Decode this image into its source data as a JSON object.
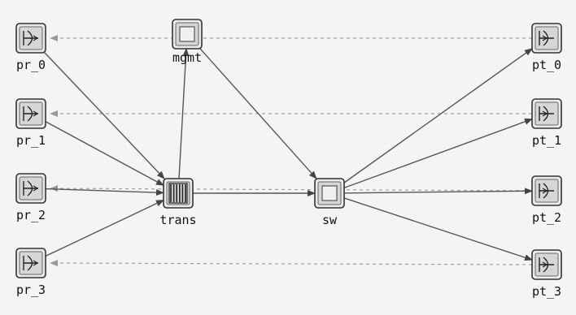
{
  "nodes": {
    "pr_0": {
      "label": "pr_0",
      "kind": "receiver"
    },
    "pr_1": {
      "label": "pr_1",
      "kind": "receiver"
    },
    "pr_2": {
      "label": "pr_2",
      "kind": "receiver"
    },
    "pr_3": {
      "label": "pr_3",
      "kind": "receiver"
    },
    "mgmt": {
      "label": "mgmt",
      "kind": "processor"
    },
    "trans": {
      "label": "trans",
      "kind": "queue"
    },
    "sw": {
      "label": "sw",
      "kind": "processor"
    },
    "pt_0": {
      "label": "pt_0",
      "kind": "transmitter"
    },
    "pt_1": {
      "label": "pt_1",
      "kind": "transmitter"
    },
    "pt_2": {
      "label": "pt_2",
      "kind": "transmitter"
    },
    "pt_3": {
      "label": "pt_3",
      "kind": "transmitter"
    }
  },
  "packet_streams": [
    [
      "pr_0",
      "trans"
    ],
    [
      "pr_1",
      "trans"
    ],
    [
      "pr_2",
      "trans"
    ],
    [
      "pr_3",
      "trans"
    ],
    [
      "trans",
      "mgmt"
    ],
    [
      "trans",
      "sw"
    ],
    [
      "mgmt",
      "sw"
    ],
    [
      "sw",
      "pt_0"
    ],
    [
      "sw",
      "pt_1"
    ],
    [
      "sw",
      "pt_2"
    ],
    [
      "sw",
      "pt_3"
    ]
  ],
  "statistic_wires": [
    [
      "pt_0",
      "pr_0"
    ],
    [
      "pt_1",
      "pr_1"
    ],
    [
      "pt_2",
      "pr_2"
    ],
    [
      "pt_3",
      "pr_3"
    ]
  ],
  "colors": {
    "stream": "#555555",
    "stat_wire": "#a0a0a0",
    "node_border": "#333333",
    "node_fill": "#d6d6d6"
  }
}
